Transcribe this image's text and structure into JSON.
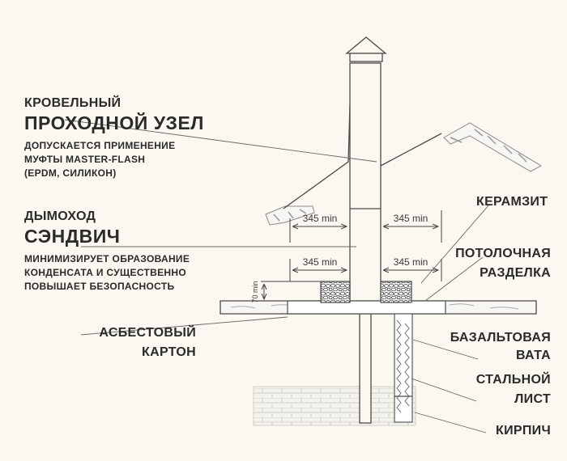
{
  "labels": {
    "roof_title_line1": "КРОВЕЛЬНЫЙ",
    "roof_title_line2": "ПРОХОДНОЙ УЗЕЛ",
    "roof_note_line1": "ДОПУСКАЕТСЯ ПРИМЕНЕНИЕ",
    "roof_note_line2": "МУФТЫ MASTER-FLASH",
    "roof_note_line3": "(EPDM, СИЛИКОН)",
    "chimney_title_line1": "ДЫМОХОД",
    "chimney_title_line2": "СЭНДВИЧ",
    "chimney_note_line1": "МИНИМИЗИРУЕТ ОБРАЗОВАНИЕ",
    "chimney_note_line2": "КОНДЕНСАТА И СУЩЕСТВЕННО",
    "chimney_note_line3": "ПОВЫШАЕТ БЕЗОПАСНОСТЬ",
    "asbestos_line1": "АСБЕСТОВЫЙ",
    "asbestos_line2": "КАРТОН",
    "keramzit": "КЕРАМЗИТ",
    "ceiling_line1": "ПОТОЛОЧНАЯ",
    "ceiling_line2": "РАЗДЕЛКА",
    "basalt_line1": "БАЗАЛЬТОВАЯ",
    "basalt_line2": "ВАТА",
    "steel_line1": "СТАЛЬНОЙ",
    "steel_line2": "ЛИСТ",
    "brick": "КИРПИЧ"
  },
  "dimensions": {
    "roof_left": "345 min",
    "roof_right": "345 min",
    "ceiling_left": "345 min",
    "ceiling_right": "345 min",
    "ceiling_height": "70 min"
  },
  "colors": {
    "background": "#fbf8f1",
    "line": "#4a4a4a",
    "text": "#2a2a2a",
    "insulation_fill": "#ffffff"
  }
}
